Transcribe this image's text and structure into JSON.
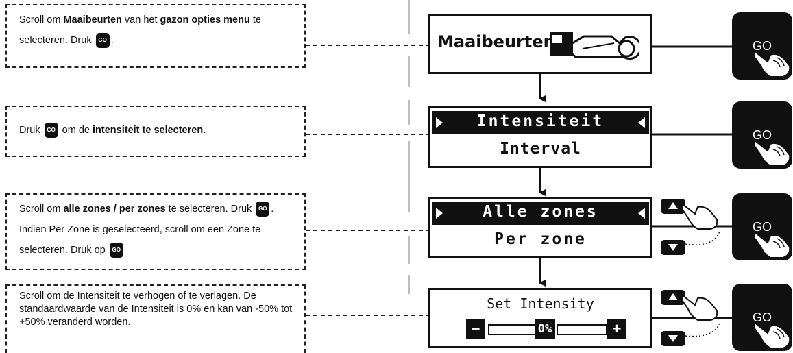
{
  "steps": [
    {
      "parts": [
        {
          "t": "Scroll om "
        },
        {
          "t": "Maaibeurten",
          "b": true
        },
        {
          "t": " van het "
        },
        {
          "t": "gazon opties menu",
          "b": true
        },
        {
          "t": " te selecteren. Druk "
        },
        {
          "go": true
        },
        {
          "t": "."
        }
      ]
    },
    {
      "parts": [
        {
          "t": "Druk "
        },
        {
          "go": true
        },
        {
          "t": " om de "
        },
        {
          "t": "intensiteit te selecteren",
          "b": true
        },
        {
          "t": "."
        }
      ]
    },
    {
      "parts": [
        {
          "t": "Scroll om "
        },
        {
          "t": "alle zones / per zones",
          "b": true
        },
        {
          "t": " te selecteren. Druk "
        },
        {
          "go": true
        },
        {
          "t": ". Indien Per Zone is geselecteerd, scroll om een Zone te selecteren. Druk op "
        },
        {
          "go": true
        }
      ]
    },
    {
      "parts": [
        {
          "t": "Scroll om de Intensiteit te verhogen of te verlagen. De standaardwaarde van de Intensiteit is 0% en kan van -50% tot +50% veranderd worden."
        }
      ]
    }
  ],
  "go_badge_label": "GO",
  "screen1": {
    "title": "Maaibeurten"
  },
  "screen2": {
    "selected": "Intensiteit",
    "other": "Interval"
  },
  "screen3": {
    "selected": "Alle zones",
    "other": "Per zone"
  },
  "screen4": {
    "title": "Set Intensity",
    "value": "0%",
    "minus": "−",
    "plus": "+"
  },
  "go_button_label": "GO"
}
